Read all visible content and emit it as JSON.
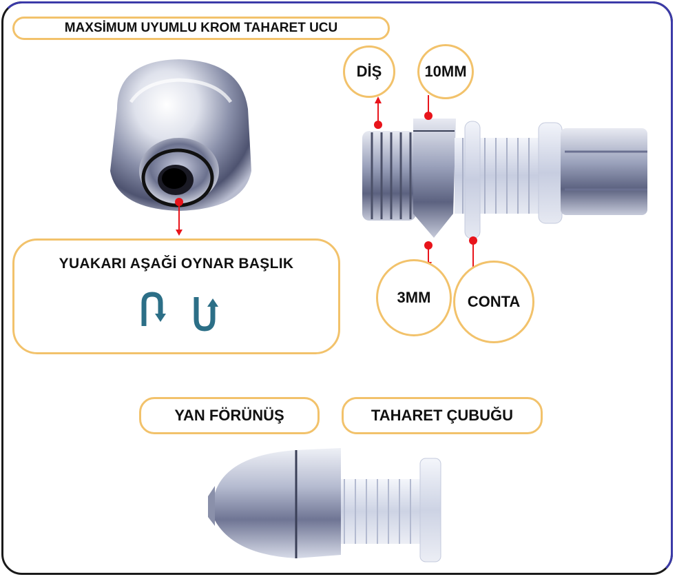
{
  "title": "MAXSİMUM UYUMLU KROM TAHARET UCU",
  "labels": {
    "thread": "DİŞ",
    "size_10mm": "10MM",
    "size_3mm": "3MM",
    "gasket": "CONTA",
    "side_view": "YAN FÖRÜNÜŞ",
    "rod": "TAHARET ÇUBUĞU"
  },
  "head_panel": {
    "title": "YUAKARI AŞAĞİ OYNAR BAŞLIK"
  },
  "colors": {
    "pill_border": "#f2c26b",
    "frame": "#1a1a1a",
    "frame_accent": "#3b3aa8",
    "marker": "#e8141b",
    "arrow_icon": "#2c6f87"
  },
  "icons": [
    "arrow-up-down-icon",
    "arrow-down-up-icon"
  ]
}
